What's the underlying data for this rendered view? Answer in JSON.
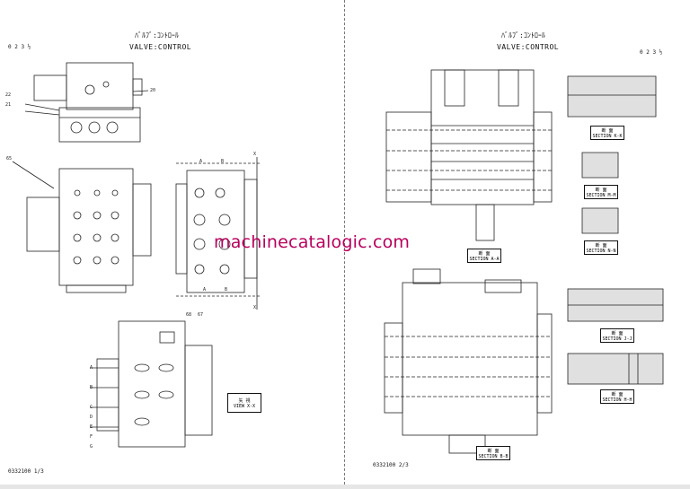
{
  "left_page": {
    "title_jp": "ﾊﾞﾙﾌﾞ:ｺﾝﾄﾛｰﾙ",
    "title_en": "VALVE:CONTROL",
    "code": "0 2 3 ½",
    "page_number": "0332100 1/3",
    "view_label_jp": "矢 視",
    "view_label_en": "VIEW X-X",
    "callouts": [
      "22",
      "21",
      "20",
      "65",
      "A",
      "B",
      "X",
      "A",
      "B",
      "X",
      "68",
      "67",
      "A",
      "B",
      "C",
      "D",
      "E",
      "F",
      "G"
    ]
  },
  "right_page": {
    "title_jp": "ﾊﾞﾙﾌﾞ:ｺﾝﾄﾛｰﾙ",
    "title_en": "VALVE:CONTROL",
    "code": "0 2 3 ½",
    "page_number": "0332100 2/3",
    "section_aa": {
      "jp": "断 面",
      "en": "SECTION A-A"
    },
    "section_kk": {
      "jp": "断 面",
      "en": "SECTION K-K"
    },
    "section_mm": {
      "jp": "断 面",
      "en": "SECTION M-M"
    },
    "section_nn": {
      "jp": "断 面",
      "en": "SECTION N-N"
    },
    "section_jj": {
      "jp": "断 面",
      "en": "SECTION J-J"
    },
    "section_hh": {
      "jp": "断 面",
      "en": "SECTION H-H"
    },
    "section_bb": {
      "jp": "断 面",
      "en": "SECTION B-B"
    }
  },
  "watermark": "machinecatalogic.com"
}
